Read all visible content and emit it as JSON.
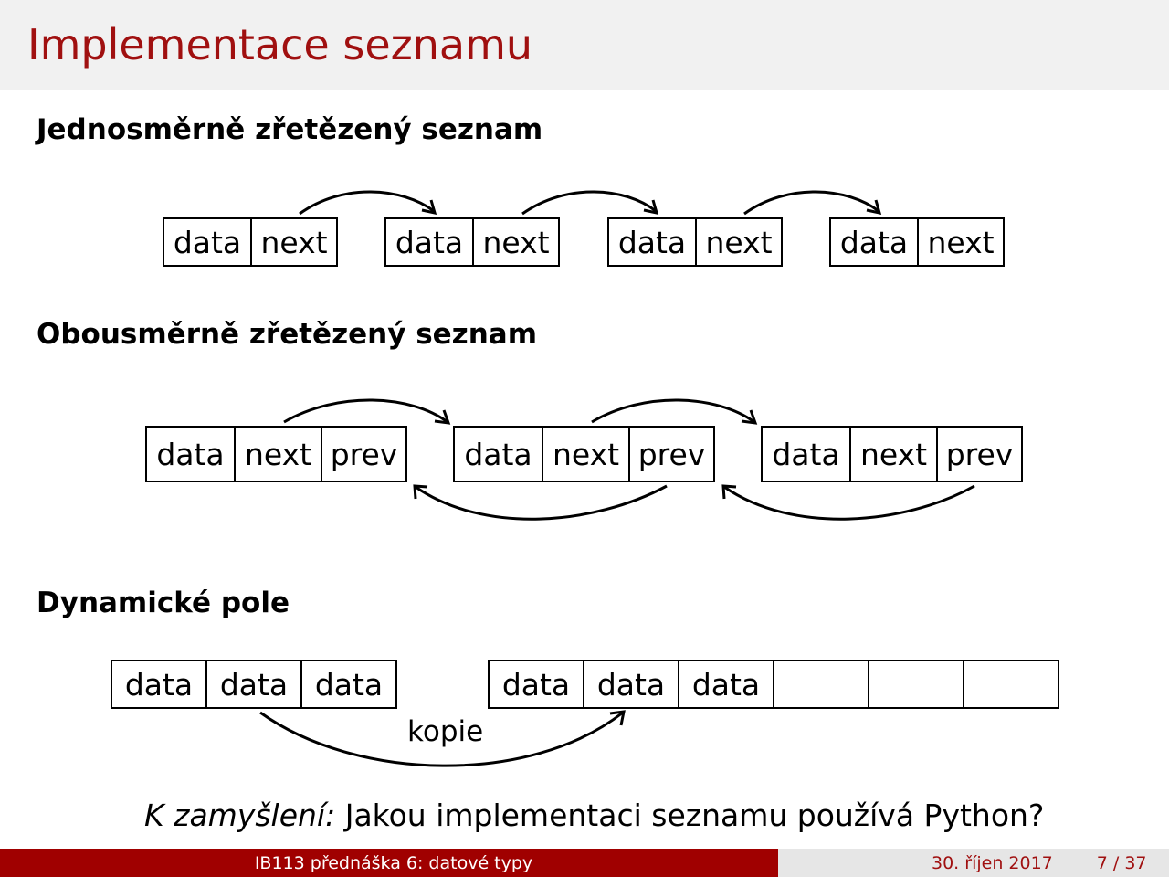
{
  "slide": {
    "title": "Implementace seznamu",
    "sections": {
      "singly": "Jednosměrně zřetězený seznam",
      "doubly": "Obousměrně zřetězený seznam",
      "dynamic": "Dynamické pole"
    },
    "labels": {
      "data": "data",
      "next": "next",
      "prev": "prev",
      "empty": ""
    },
    "copy_label": "kopie",
    "question": {
      "prefix": "K zamyšlení:",
      "text": " Jakou implementaci seznamu používá Python?"
    }
  },
  "footer": {
    "lecture": "IB113 přednáška 6: datové typy",
    "date": "30. říjen 2017",
    "page": "7 / 37"
  },
  "colors": {
    "accent": "#a01010",
    "footer_bg": "#a00000",
    "title_bg": "#f1f1f1"
  }
}
